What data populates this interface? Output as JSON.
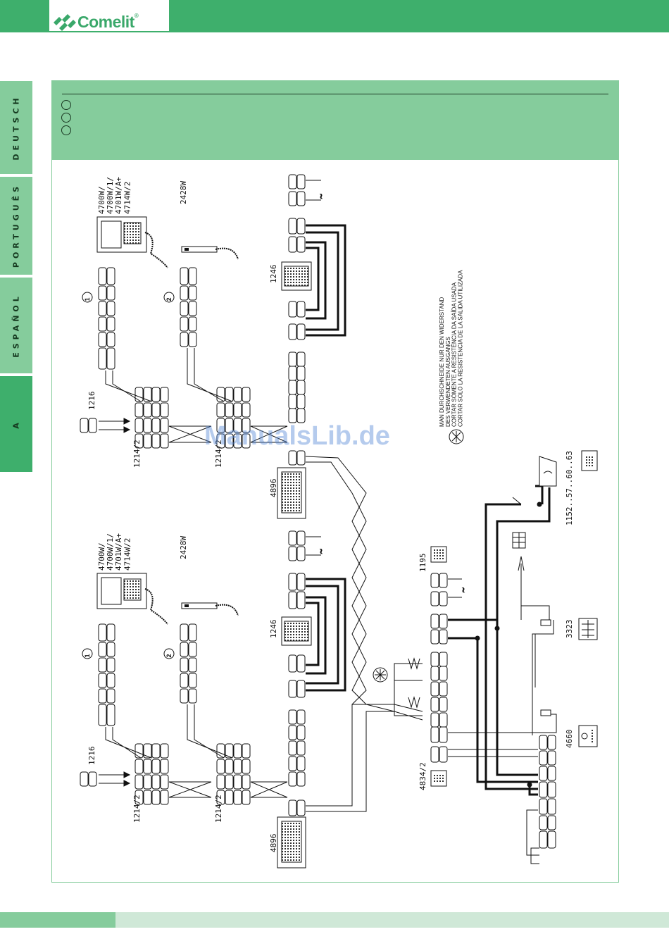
{
  "header": {
    "brand": "Comelit"
  },
  "languages": [
    "DEUTSCH",
    "PORTUGUÊS",
    "ESPAÑOL",
    "A"
  ],
  "diagram": {
    "monitor_models": "4700W/\n4700W/1/\n4701W/A+\n4714W/2",
    "handset_model": "2428W",
    "codes": {
      "c1246": "1246",
      "c1216": "1216",
      "c1214": "1214/2",
      "c4896": "4896",
      "c4834": "4834/2",
      "c1195": "1195",
      "c4660": "4660",
      "c3323": "3323",
      "c1152": "1152..57..60..63"
    },
    "markers": {
      "one": "1",
      "two": "2"
    },
    "note_lines": [
      "MAN DURCHSCHNEIDE NUR DEN WIDERSTAND",
      "DES VERWENDETEN AUSGANGS",
      "CORTAR SÓMENTE A RESISTÊNCIA DA SAÍDA USADA",
      "CORTAR SOLO LA RESISTENCIA DE LA SALIDA UTILIZADA"
    ]
  },
  "watermark": "ManualsLib.de",
  "colors": {
    "accent": "#3eaf6c",
    "light": "#85cc9c",
    "pale": "#cfe8d7"
  }
}
